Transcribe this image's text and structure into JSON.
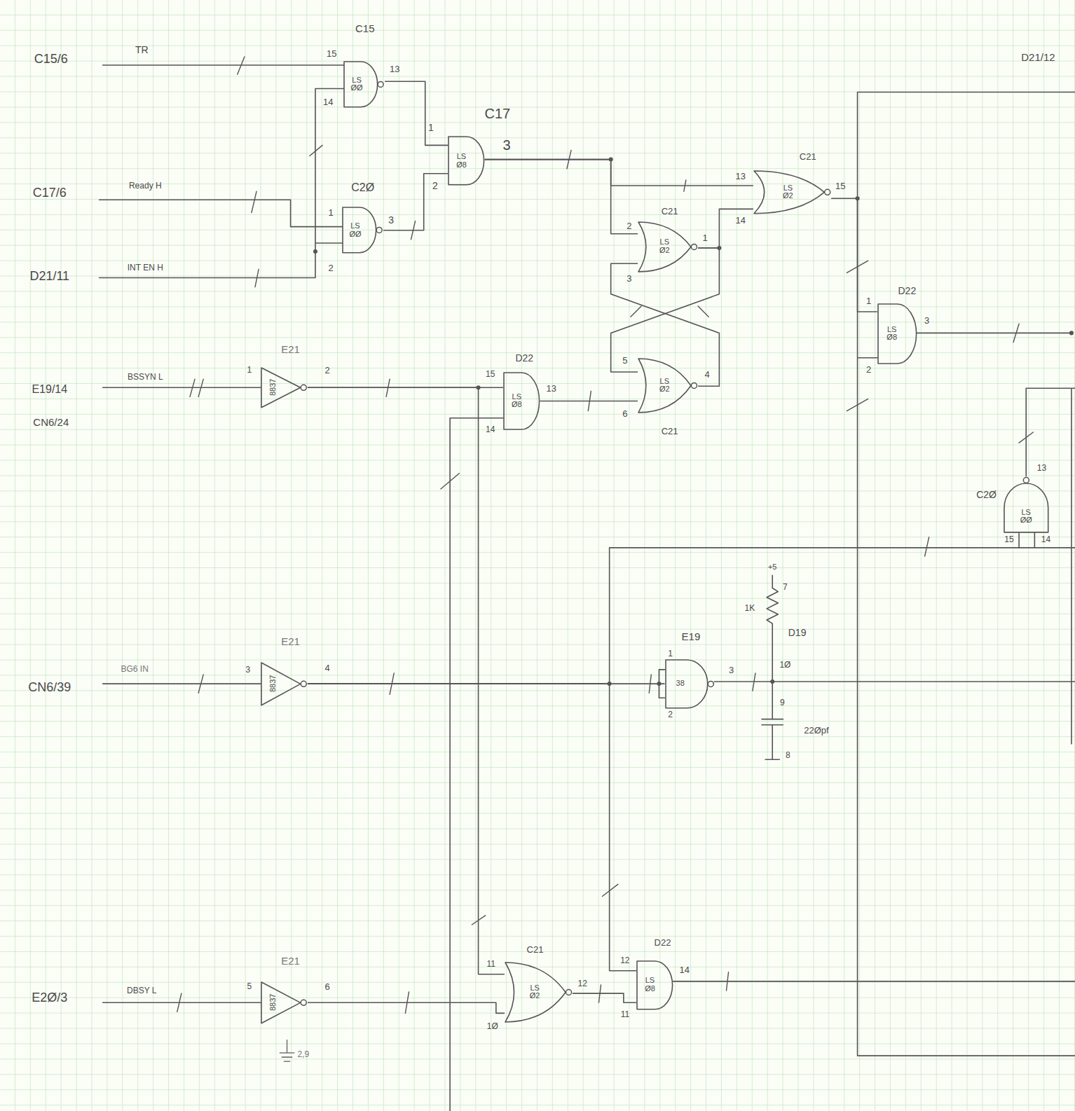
{
  "diagram": {
    "nodes": [
      {
        "text": [
          "LS ØØ"
        ]
      },
      {
        "text": [
          "LS Ø8"
        ]
      },
      {
        "text": [
          "LS ØØ"
        ]
      },
      {
        "text": [
          "LS Ø2"
        ]
      },
      {
        "text": [
          "LS Ø2"
        ]
      },
      {
        "text": [
          "8837"
        ]
      },
      {
        "text": [
          "LS Ø8"
        ]
      },
      {
        "text": [
          "LS Ø2"
        ]
      },
      {
        "text": [
          "LS Ø8"
        ]
      },
      {
        "text": [
          "LS ØØ"
        ]
      },
      {
        "text": [
          "8837"
        ]
      },
      {
        "text": [
          "38"
        ]
      },
      {
        "text": [
          "8837"
        ]
      },
      {
        "text": [
          "LS Ø2"
        ]
      },
      {
        "text": [
          "LS Ø8"
        ]
      }
    ],
    "edges": [
      {
        "from": 0,
        "to": 1,
        "arrow": "none"
      },
      {
        "from": 2,
        "to": 1,
        "arrow": "none"
      },
      {
        "from": 1,
        "to": 4,
        "arrow": "none"
      },
      {
        "from": 1,
        "to": 3,
        "arrow": "none"
      },
      {
        "from": 3,
        "to": 4,
        "arrow": "none"
      },
      {
        "from": 3,
        "to": 7,
        "arrow": "none"
      },
      {
        "from": 7,
        "to": 3,
        "arrow": "none"
      },
      {
        "from": 5,
        "to": 6,
        "arrow": "none"
      },
      {
        "from": 6,
        "to": 7,
        "arrow": "none"
      },
      {
        "from": 4,
        "to": 8,
        "arrow": "none"
      },
      {
        "from": 10,
        "to": 11,
        "arrow": "none"
      },
      {
        "from": 10,
        "to": 14,
        "arrow": "none"
      },
      {
        "from": 10,
        "to": 9,
        "arrow": "none"
      },
      {
        "from": 12,
        "to": 13,
        "arrow": "none"
      },
      {
        "from": 5,
        "to": 13,
        "arrow": "none"
      },
      {
        "from": 13,
        "to": 14,
        "arrow": "none"
      }
    ],
    "labels": [
      "C15/6",
      "TR",
      "C15",
      "15",
      "14",
      "13",
      "C17",
      "1",
      "2",
      "3",
      "C17/6",
      "Ready H",
      "C2Ø",
      "1",
      "2",
      "3",
      "D21/11",
      "INT EN H",
      "E21",
      "1",
      "2",
      "BSSYN L",
      "E19/14",
      "CN6/24",
      "D22",
      "15",
      "14",
      "13",
      "C21",
      "13",
      "14",
      "15",
      "C21",
      "2",
      "3",
      "1",
      "5",
      "6",
      "4",
      "C21",
      "D22",
      "1",
      "2",
      "3",
      "D21/12",
      "C2Ø",
      "13",
      "15",
      "14",
      "E21",
      "3",
      "4",
      "BG6 IN",
      "CN6/39",
      "E19",
      "1",
      "2",
      "3",
      "+5",
      "7",
      "1K",
      "D19",
      "1Ø",
      "9",
      "22Øpf",
      "8",
      "E21",
      "5",
      "6",
      "E2Ø/3",
      "DBSY L",
      "2,9",
      "C21",
      "11",
      "1Ø",
      "12",
      "D22",
      "12",
      "11",
      "14"
    ]
  }
}
